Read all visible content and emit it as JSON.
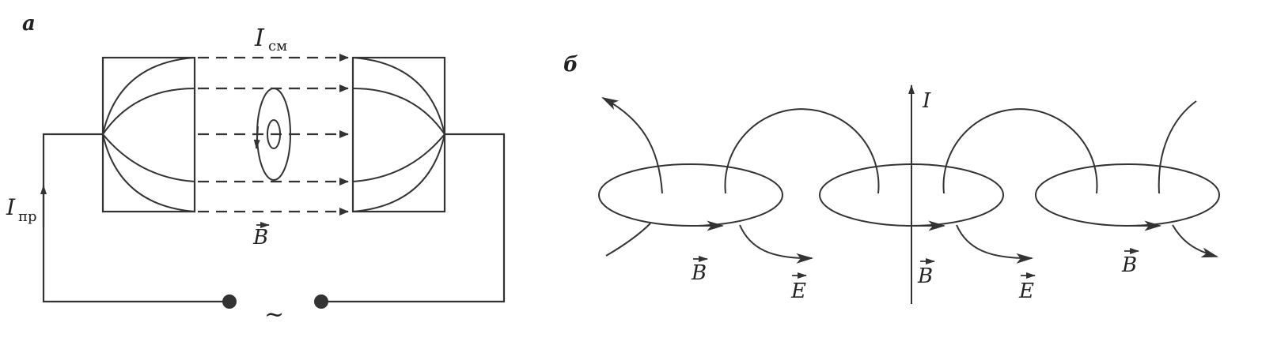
{
  "panel_a": {
    "label": "a",
    "displacement_current": {
      "symbol": "I",
      "subscript": "см"
    },
    "conduction_current": {
      "symbol": "I",
      "subscript": "пр"
    },
    "field_vector": "B",
    "source_symbol": "~"
  },
  "panel_b": {
    "label": "б",
    "current": "I",
    "field_labels": [
      "B",
      "E",
      "B",
      "E",
      "B"
    ]
  }
}
